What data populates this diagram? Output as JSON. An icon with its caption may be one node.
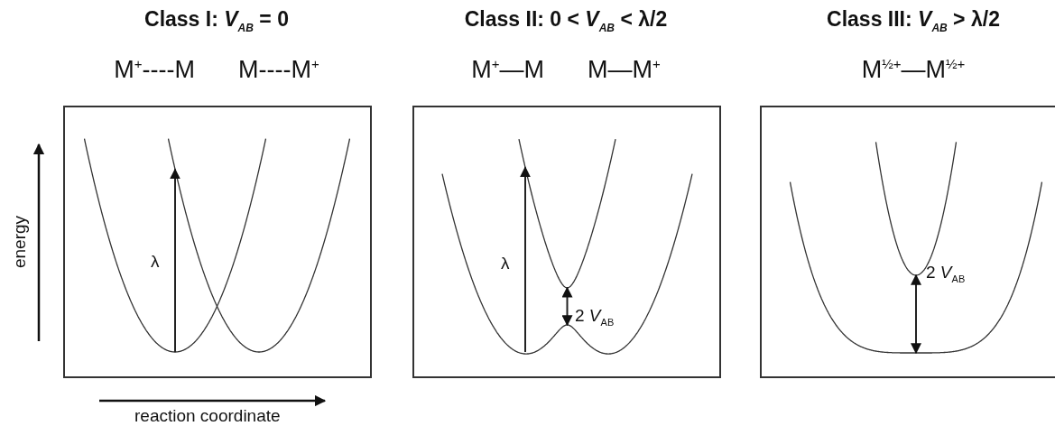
{
  "diagram": {
    "nodes": [
      {
        "text": [
          "Class I: *V*$_{AB}$ = 0",
          "M$^{+}$----M",
          "M----M$^{+}$",
          "λ"
        ]
      },
      {
        "text": [
          "Class II: 0 < *V*$_{AB}$ < λ/2",
          "M$^{+}$—M",
          "M—M$^{+}$",
          "λ",
          "2 *V*$_{AB}$"
        ]
      },
      {
        "text": [
          "Class III: *V*$_{AB}$ > λ/2",
          "M$^{½+}$—M$^{½+}$",
          "2 *V*$_{AB}$"
        ]
      }
    ],
    "labels": [
      "energy",
      "reaction coordinate"
    ]
  }
}
